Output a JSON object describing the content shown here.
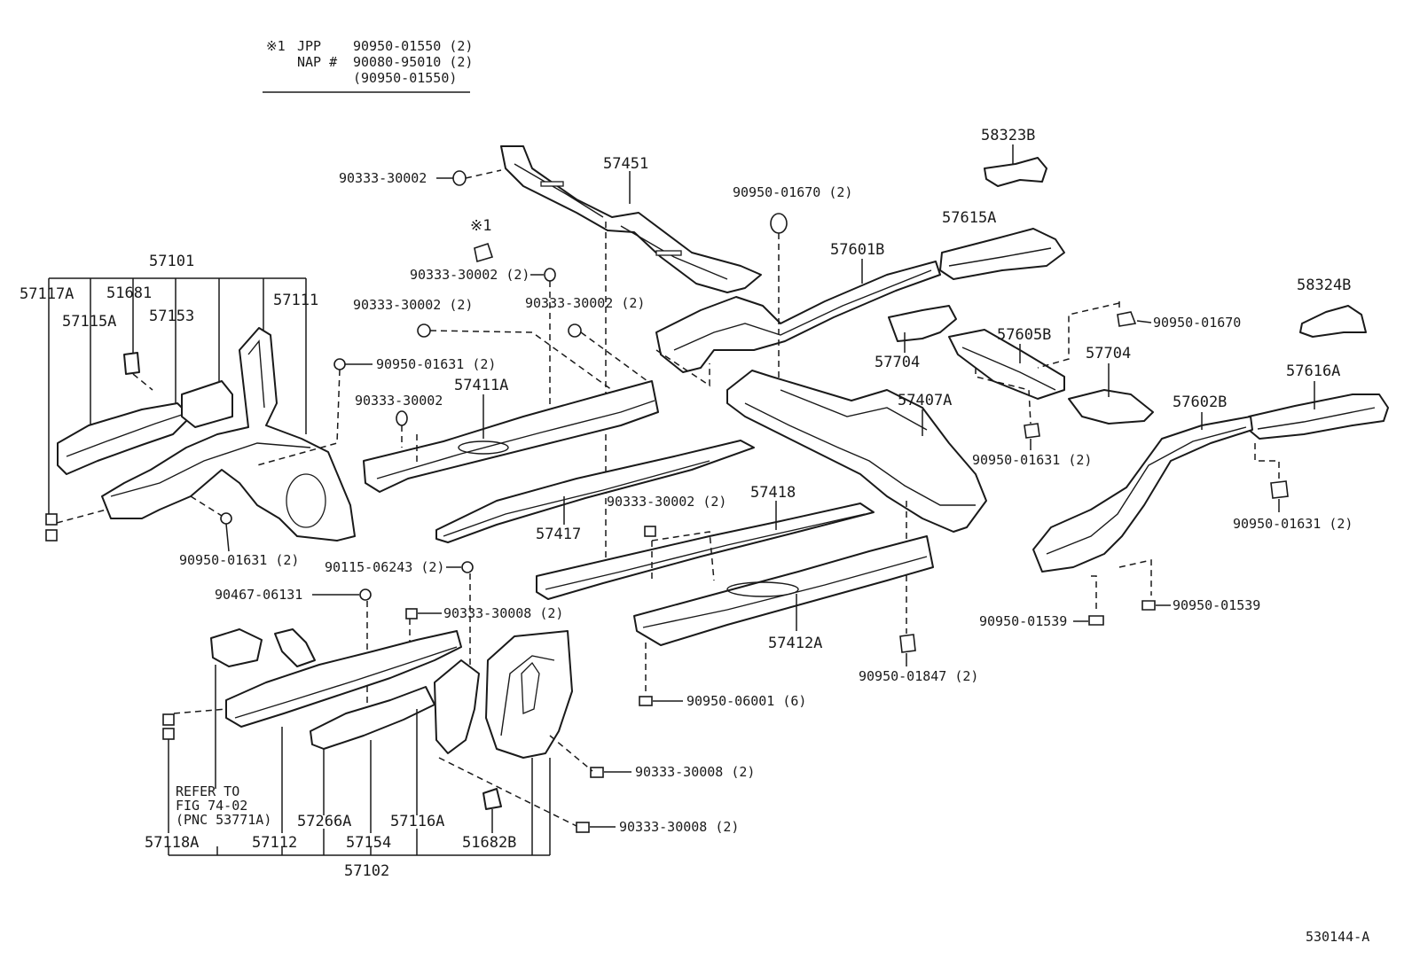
{
  "note": {
    "mark": "※1",
    "line1_region": "JPP",
    "line1_part": "90950-01550 (2)",
    "line2_region": "NAP #",
    "line2_part": "90080-95010 (2)",
    "line3_part": "(90950-01550)"
  },
  "labels": {
    "l57101": "57101",
    "l57117A": "57117A",
    "l51681": "51681",
    "l57115A": "57115A",
    "l57153": "57153",
    "l57111": "57111",
    "l90950_01631_a": "90950-01631 (2)",
    "l90950_01631_b": "90950-01631 (2)",
    "l90333_30002_a": "90333-30002",
    "l57451": "57451",
    "l_mark1": "※1",
    "l90333_30002_b": "90333-30002 (2)",
    "l90333_30002_c": "90333-30002 (2)",
    "l90333_30002_d": "90333-30002 (2)",
    "l90333_30002_e": "90333-30002",
    "l57411A": "57411A",
    "l57417": "57417",
    "l90950_01670_a": "90950-01670 (2)",
    "l57601B": "57601B",
    "l57615A": "57615A",
    "l58323B": "58323B",
    "l58324B": "58324B",
    "l57704_a": "57704",
    "l57605B": "57605B",
    "l57704_b": "57704",
    "l90950_01670_b": "90950-01670",
    "l57407A": "57407A",
    "l90950_01631_c": "90950-01631 (2)",
    "l57616A": "57616A",
    "l57602B": "57602B",
    "l90950_01631_d": "90950-01631 (2)",
    "l90333_30002_f": "90333-30002 (2)",
    "l57418": "57418",
    "l90115_06243": "90115-06243 (2)",
    "l90467_06131": "90467-06131",
    "l90333_30008_a": "90333-30008 (2)",
    "l57412A": "57412A",
    "l90950_01847": "90950-01847 (2)",
    "l90950_06001": "90950-06001 (6)",
    "l90950_01539_a": "90950-01539",
    "l90950_01539_b": "90950-01539",
    "l90333_30008_b": "90333-30008 (2)",
    "l90333_30008_c": "90333-30008 (2)",
    "refer1": "REFER TO",
    "refer2": "FIG 74-02",
    "refer3": "(PNC 53771A)",
    "l57118A": "57118A",
    "l57112": "57112",
    "l57266A": "57266A",
    "l57154": "57154",
    "l57116A": "57116A",
    "l51682B": "51682B",
    "l57102": "57102",
    "fig_id": "530144-A"
  }
}
